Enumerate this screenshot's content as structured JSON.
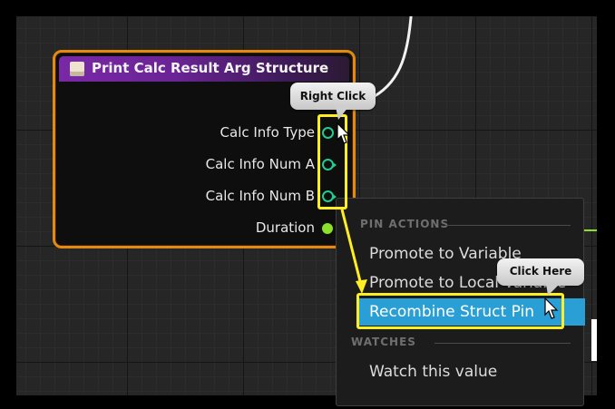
{
  "node": {
    "title": "Print Calc Result Arg Structure",
    "header_color": "#7a28a6",
    "border_color": "#e28a12",
    "pins": [
      {
        "label": "Calc Info Type",
        "kind": "struct",
        "color": "#22cc8d"
      },
      {
        "label": "Calc Info Num A",
        "kind": "struct",
        "color": "#22cc8d"
      },
      {
        "label": "Calc Info Num B",
        "kind": "struct",
        "color": "#22cc8d"
      },
      {
        "label": "Duration",
        "kind": "float",
        "color": "#8ae02a"
      }
    ]
  },
  "callouts": {
    "right_click": "Right Click",
    "click_here": "Click Here",
    "highlight_color": "#ffee22"
  },
  "context_menu": {
    "sections": [
      {
        "title": "PIN ACTIONS",
        "items": [
          {
            "label": "Promote to Variable"
          },
          {
            "label": "Promote to Local Variable"
          },
          {
            "label": "Recombine Struct Pin",
            "selected": true
          }
        ]
      },
      {
        "title": "WATCHES",
        "items": [
          {
            "label": "Watch this value"
          }
        ]
      }
    ],
    "selected_color": "#2a9fd6"
  }
}
